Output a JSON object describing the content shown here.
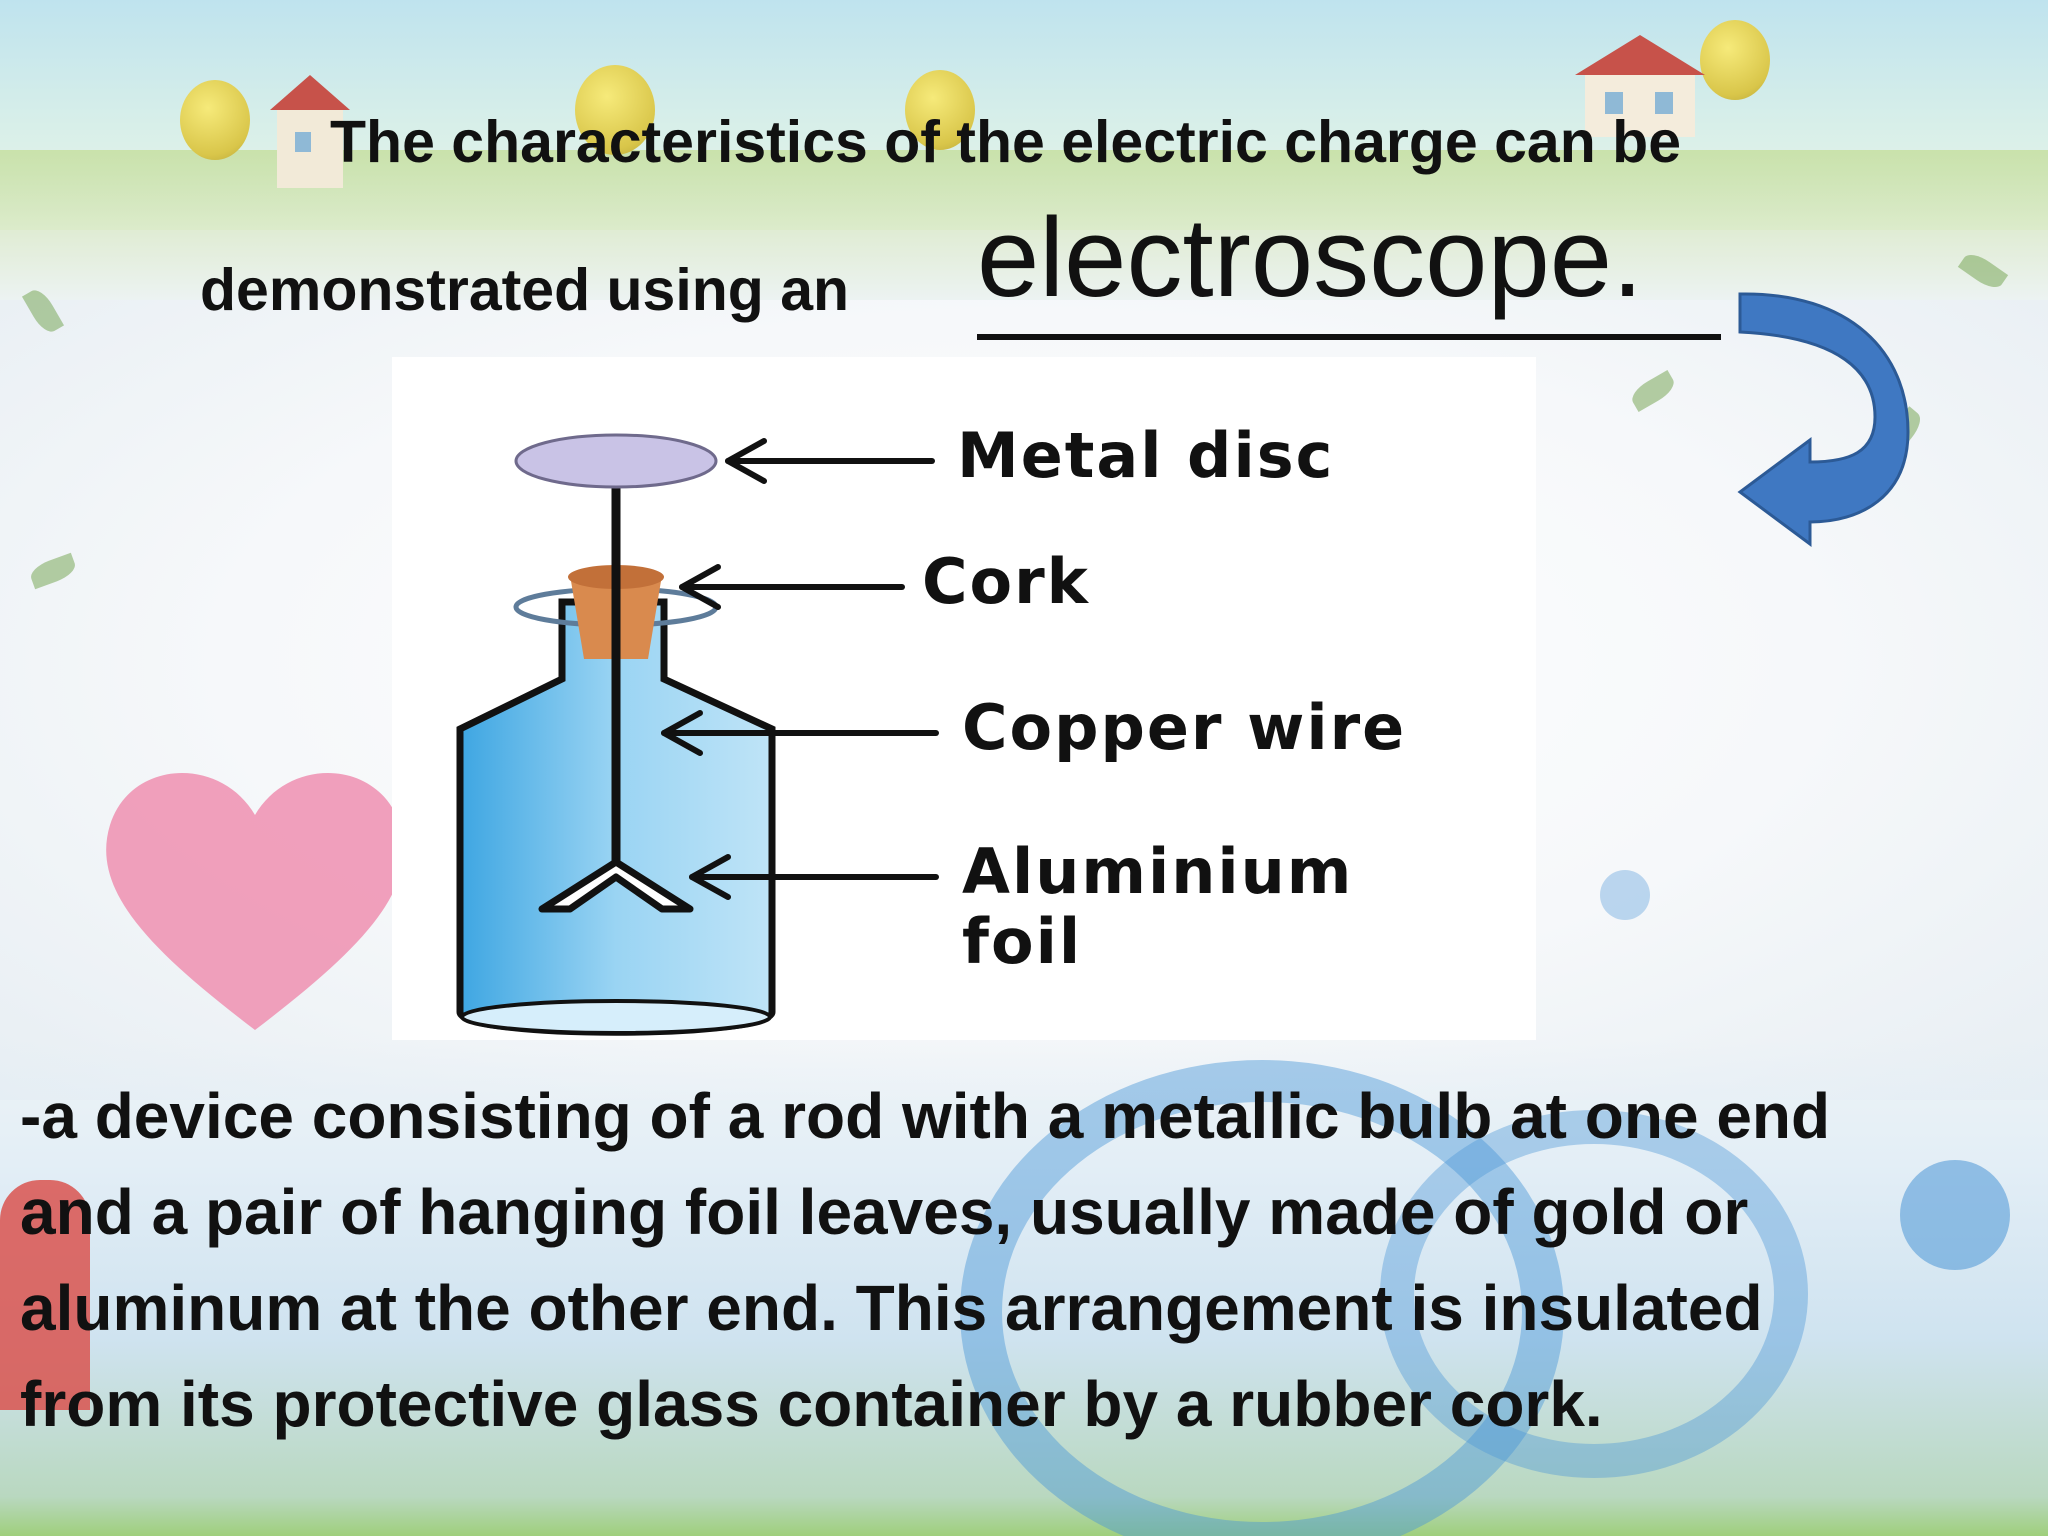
{
  "slide": {
    "title_line1": "The characteristics of the electric  charge can be",
    "title_line2": "demonstrated using an",
    "title_emphasis": "electroscope.",
    "description_lines": [
      "-a device consisting of a rod with a metallic bulb at one end",
      "and a pair of hanging foil leaves, usually made of gold or",
      "aluminum at the other end. This arrangement is insulated",
      "from its protective glass container by a rubber cork."
    ]
  },
  "diagram": {
    "labels": {
      "metal_disc": "Metal disc",
      "cork": "Cork",
      "copper_wire": "Copper wire",
      "aluminium_line1": "Aluminium",
      "aluminium_line2": "foil"
    },
    "colors": {
      "disc": "#c9c3e6",
      "cork": "#d98a4e",
      "jar": "#5fb7e8",
      "arrow": "#2f6db3"
    }
  }
}
